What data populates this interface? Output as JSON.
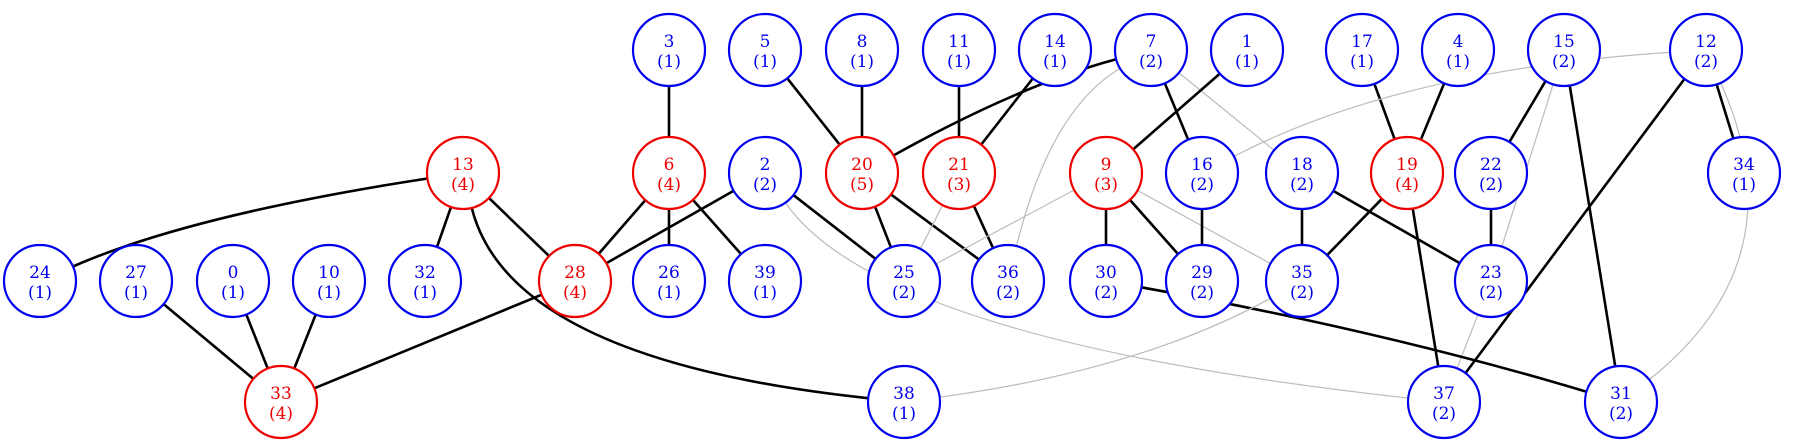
{
  "colors": {
    "normal": "#0000ee",
    "highlight": "#ee0000",
    "strong_edge": "#000000",
    "weak_edge": "#bbbbbb"
  },
  "nodes": [
    {
      "id": "3",
      "count": "(1)",
      "highlight": false
    },
    {
      "id": "5",
      "count": "(1)",
      "highlight": false
    },
    {
      "id": "8",
      "count": "(1)",
      "highlight": false
    },
    {
      "id": "11",
      "count": "(1)",
      "highlight": false
    },
    {
      "id": "14",
      "count": "(1)",
      "highlight": false
    },
    {
      "id": "7",
      "count": "(2)",
      "highlight": false
    },
    {
      "id": "1",
      "count": "(1)",
      "highlight": false
    },
    {
      "id": "17",
      "count": "(1)",
      "highlight": false
    },
    {
      "id": "4",
      "count": "(1)",
      "highlight": false
    },
    {
      "id": "15",
      "count": "(2)",
      "highlight": false
    },
    {
      "id": "12",
      "count": "(2)",
      "highlight": false
    },
    {
      "id": "13",
      "count": "(4)",
      "highlight": true
    },
    {
      "id": "6",
      "count": "(4)",
      "highlight": true
    },
    {
      "id": "2",
      "count": "(2)",
      "highlight": false
    },
    {
      "id": "20",
      "count": "(5)",
      "highlight": true
    },
    {
      "id": "21",
      "count": "(3)",
      "highlight": true
    },
    {
      "id": "9",
      "count": "(3)",
      "highlight": true
    },
    {
      "id": "16",
      "count": "(2)",
      "highlight": false
    },
    {
      "id": "18",
      "count": "(2)",
      "highlight": false
    },
    {
      "id": "19",
      "count": "(4)",
      "highlight": true
    },
    {
      "id": "22",
      "count": "(2)",
      "highlight": false
    },
    {
      "id": "34",
      "count": "(1)",
      "highlight": false
    },
    {
      "id": "24",
      "count": "(1)",
      "highlight": false
    },
    {
      "id": "27",
      "count": "(1)",
      "highlight": false
    },
    {
      "id": "0",
      "count": "(1)",
      "highlight": false
    },
    {
      "id": "10",
      "count": "(1)",
      "highlight": false
    },
    {
      "id": "32",
      "count": "(1)",
      "highlight": false
    },
    {
      "id": "28",
      "count": "(4)",
      "highlight": true
    },
    {
      "id": "26",
      "count": "(1)",
      "highlight": false
    },
    {
      "id": "39",
      "count": "(1)",
      "highlight": false
    },
    {
      "id": "25",
      "count": "(2)",
      "highlight": false
    },
    {
      "id": "36",
      "count": "(2)",
      "highlight": false
    },
    {
      "id": "30",
      "count": "(2)",
      "highlight": false
    },
    {
      "id": "29",
      "count": "(2)",
      "highlight": false
    },
    {
      "id": "35",
      "count": "(2)",
      "highlight": false
    },
    {
      "id": "23",
      "count": "(2)",
      "highlight": false
    },
    {
      "id": "33",
      "count": "(4)",
      "highlight": true
    },
    {
      "id": "38",
      "count": "(1)",
      "highlight": false
    },
    {
      "id": "37",
      "count": "(2)",
      "highlight": false
    },
    {
      "id": "31",
      "count": "(2)",
      "highlight": false
    }
  ],
  "edges": [
    {
      "from": "3",
      "to": "6",
      "kind": "strong"
    },
    {
      "from": "5",
      "to": "20",
      "kind": "strong"
    },
    {
      "from": "8",
      "to": "20",
      "kind": "strong"
    },
    {
      "from": "11",
      "to": "21",
      "kind": "strong"
    },
    {
      "from": "14",
      "to": "21",
      "kind": "strong"
    },
    {
      "from": "7",
      "to": "20",
      "kind": "strong"
    },
    {
      "from": "7",
      "to": "16",
      "kind": "strong"
    },
    {
      "from": "7",
      "to": "18",
      "kind": "weak"
    },
    {
      "from": "7",
      "to": "36",
      "kind": "weak"
    },
    {
      "from": "1",
      "to": "9",
      "kind": "strong"
    },
    {
      "from": "17",
      "to": "19",
      "kind": "strong"
    },
    {
      "from": "4",
      "to": "19",
      "kind": "strong"
    },
    {
      "from": "15",
      "to": "22",
      "kind": "strong"
    },
    {
      "from": "15",
      "to": "31",
      "kind": "strong"
    },
    {
      "from": "15",
      "to": "23",
      "kind": "weak"
    },
    {
      "from": "12",
      "to": "34",
      "kind": "strong"
    },
    {
      "from": "12",
      "to": "37",
      "kind": "strong"
    },
    {
      "from": "12",
      "to": "16",
      "kind": "weak"
    },
    {
      "from": "12",
      "to": "31",
      "kind": "weak"
    },
    {
      "from": "13",
      "to": "24",
      "kind": "strong"
    },
    {
      "from": "13",
      "to": "32",
      "kind": "strong"
    },
    {
      "from": "13",
      "to": "28",
      "kind": "strong"
    },
    {
      "from": "13",
      "to": "38",
      "kind": "strong"
    },
    {
      "from": "6",
      "to": "28",
      "kind": "strong"
    },
    {
      "from": "6",
      "to": "26",
      "kind": "strong"
    },
    {
      "from": "6",
      "to": "39",
      "kind": "strong"
    },
    {
      "from": "2",
      "to": "28",
      "kind": "strong"
    },
    {
      "from": "2",
      "to": "25",
      "kind": "strong"
    },
    {
      "from": "2",
      "to": "37",
      "kind": "weak"
    },
    {
      "from": "20",
      "to": "25",
      "kind": "strong"
    },
    {
      "from": "20",
      "to": "36",
      "kind": "strong"
    },
    {
      "from": "21",
      "to": "36",
      "kind": "strong"
    },
    {
      "from": "21",
      "to": "25",
      "kind": "weak"
    },
    {
      "from": "9",
      "to": "30",
      "kind": "strong"
    },
    {
      "from": "9",
      "to": "29",
      "kind": "strong"
    },
    {
      "from": "9",
      "to": "25",
      "kind": "weak"
    },
    {
      "from": "9",
      "to": "35",
      "kind": "weak"
    },
    {
      "from": "16",
      "to": "29",
      "kind": "strong"
    },
    {
      "from": "18",
      "to": "35",
      "kind": "strong"
    },
    {
      "from": "18",
      "to": "23",
      "kind": "strong"
    },
    {
      "from": "19",
      "to": "35",
      "kind": "strong"
    },
    {
      "from": "19",
      "to": "37",
      "kind": "strong"
    },
    {
      "from": "22",
      "to": "23",
      "kind": "strong"
    },
    {
      "from": "23",
      "to": "37",
      "kind": "weak"
    },
    {
      "from": "27",
      "to": "33",
      "kind": "strong"
    },
    {
      "from": "0",
      "to": "33",
      "kind": "strong"
    },
    {
      "from": "10",
      "to": "33",
      "kind": "strong"
    },
    {
      "from": "28",
      "to": "33",
      "kind": "strong"
    },
    {
      "from": "30",
      "to": "31",
      "kind": "strong"
    },
    {
      "from": "35",
      "to": "38",
      "kind": "weak"
    }
  ]
}
